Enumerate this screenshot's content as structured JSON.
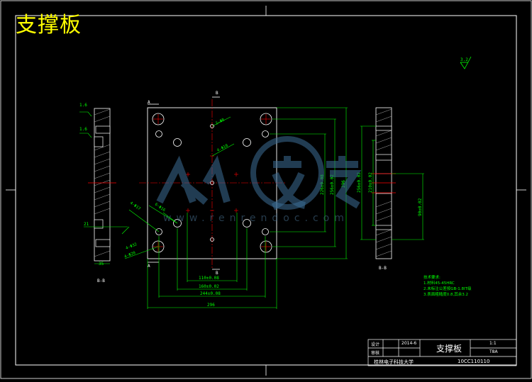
{
  "title": "支撑板",
  "roughness": "3.2",
  "section_labels": {
    "left": "B-B",
    "right": "B-B"
  },
  "cut_marks": {
    "top": "B",
    "a_top": "A",
    "a_bottom": "A",
    "bottom_b": "B"
  },
  "dimensions": {
    "left_view": [
      "1.6",
      "1.6",
      "21",
      "35"
    ],
    "front_horizontal": [
      "110±0.08",
      "160±0.02",
      "244±0.08",
      "296"
    ],
    "front_vertical": [
      "226±0.08",
      "256±0.02",
      "296"
    ],
    "front_oblique": [
      "2-Φ8",
      "4-Φ10",
      "4-Φ17",
      "6-Φ16",
      "4-Φ20",
      "4-Φ32"
    ],
    "right_view": [
      "256±0.02",
      "210±0.02",
      "90±0.02"
    ]
  },
  "tech_notes": {
    "heading": "技术要求:",
    "items": [
      "1.材料45-45HRC",
      "2.未标注公差按GB-1.8IT级",
      "3.表面粗糙度0.8,其余3.2"
    ]
  },
  "title_block": {
    "part_name": "支撑板",
    "scale": "1:1",
    "material": "T8A",
    "drawing_no": "10CC110110",
    "school": "桂林电子科技大学",
    "design_label": "设计",
    "check_label": "审核",
    "date": "2014-6"
  },
  "watermark": "www.renrendoc.com",
  "colors": {
    "line": "#ffffff",
    "dim": "#00ff00",
    "center": "#ff0000",
    "title": "#ffff00"
  }
}
